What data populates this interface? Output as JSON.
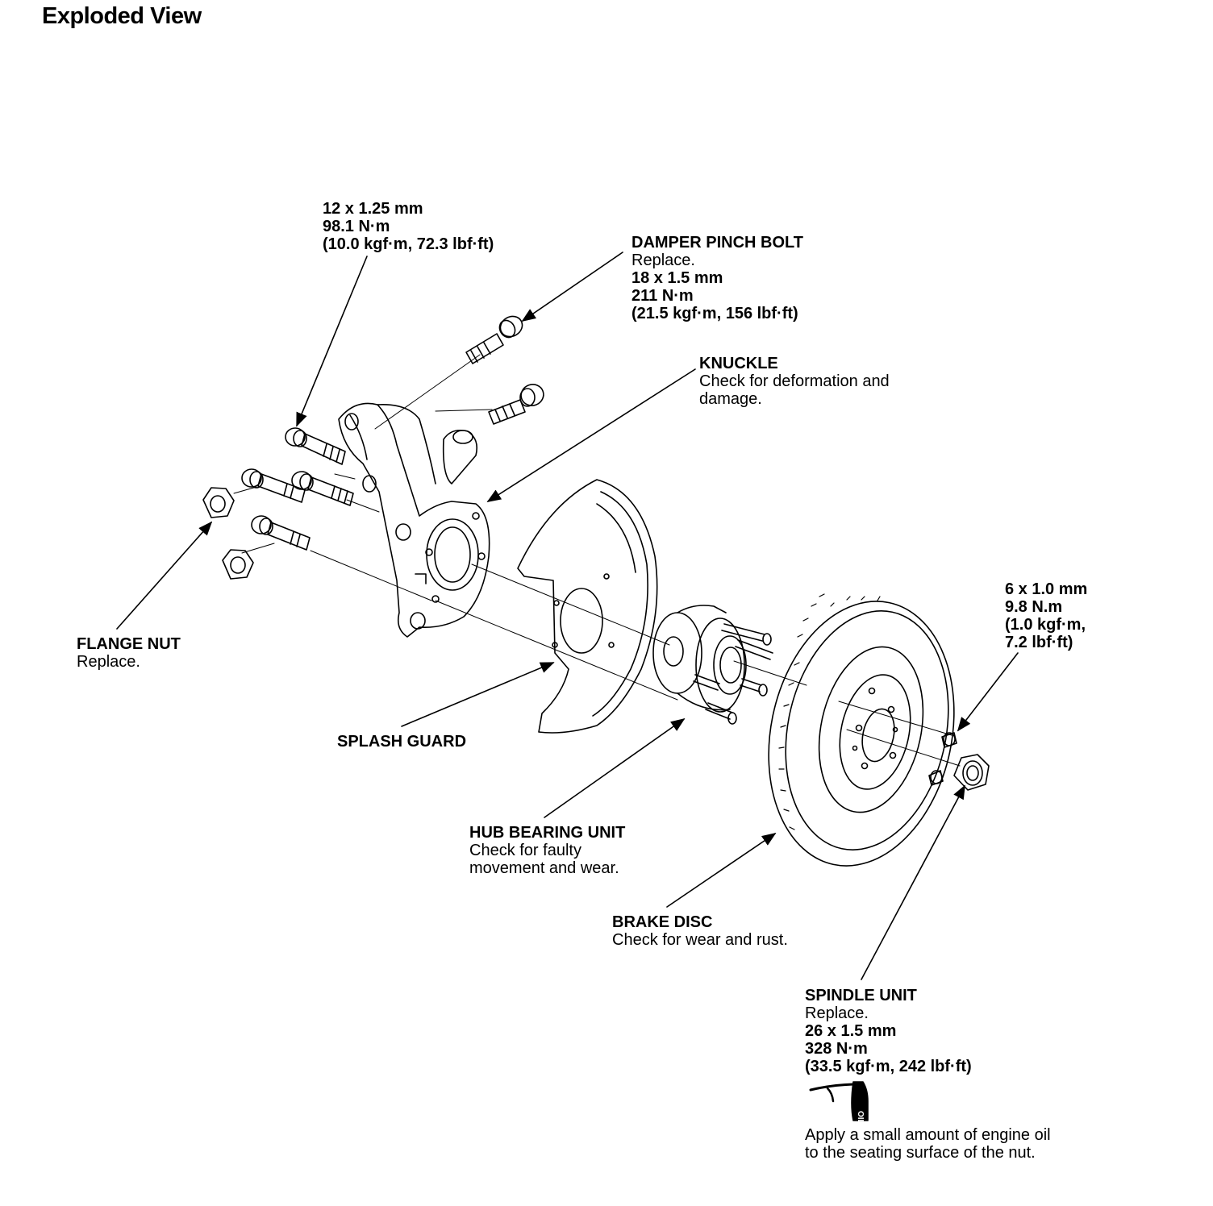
{
  "title": "Exploded View",
  "labels": {
    "knuckle_bolt_spec": {
      "lines": [
        "12 x 1.25 mm",
        "98.1 N·m",
        "(10.0 kgf·m, 72.3 lbf·ft)"
      ]
    },
    "damper_pinch_bolt": {
      "name": "DAMPER PINCH BOLT",
      "note": "Replace.",
      "specs": [
        "18 x 1.5 mm",
        "211 N·m",
        "(21.5 kgf·m, 156 lbf·ft)"
      ]
    },
    "knuckle": {
      "name": "KNUCKLE",
      "notes": [
        "Check for deformation and",
        "damage."
      ]
    },
    "flange_nut": {
      "name": "FLANGE NUT",
      "note": "Replace."
    },
    "splash_guard": {
      "name": "SPLASH GUARD"
    },
    "disc_screw_spec": {
      "lines": [
        "6 x 1.0 mm",
        "9.8 N.m",
        "(1.0 kgf·m,",
        "7.2 lbf·ft)"
      ]
    },
    "hub_bearing_unit": {
      "name": "HUB BEARING UNIT",
      "notes": [
        "Check for faulty",
        "movement and wear."
      ]
    },
    "brake_disc": {
      "name": "BRAKE DISC",
      "note": "Check for wear and rust."
    },
    "spindle_unit": {
      "name": "SPINDLE UNIT",
      "note": "Replace.",
      "specs": [
        "26 x 1.5 mm",
        "328 N·m",
        "(33.5 kgf·m, 242 lbf·ft)"
      ]
    },
    "oil_note": {
      "icon": "oil-can-icon",
      "icon_text": "OIL",
      "lines": [
        "Apply a small amount of engine oil",
        "to the seating surface of the nut."
      ]
    }
  }
}
